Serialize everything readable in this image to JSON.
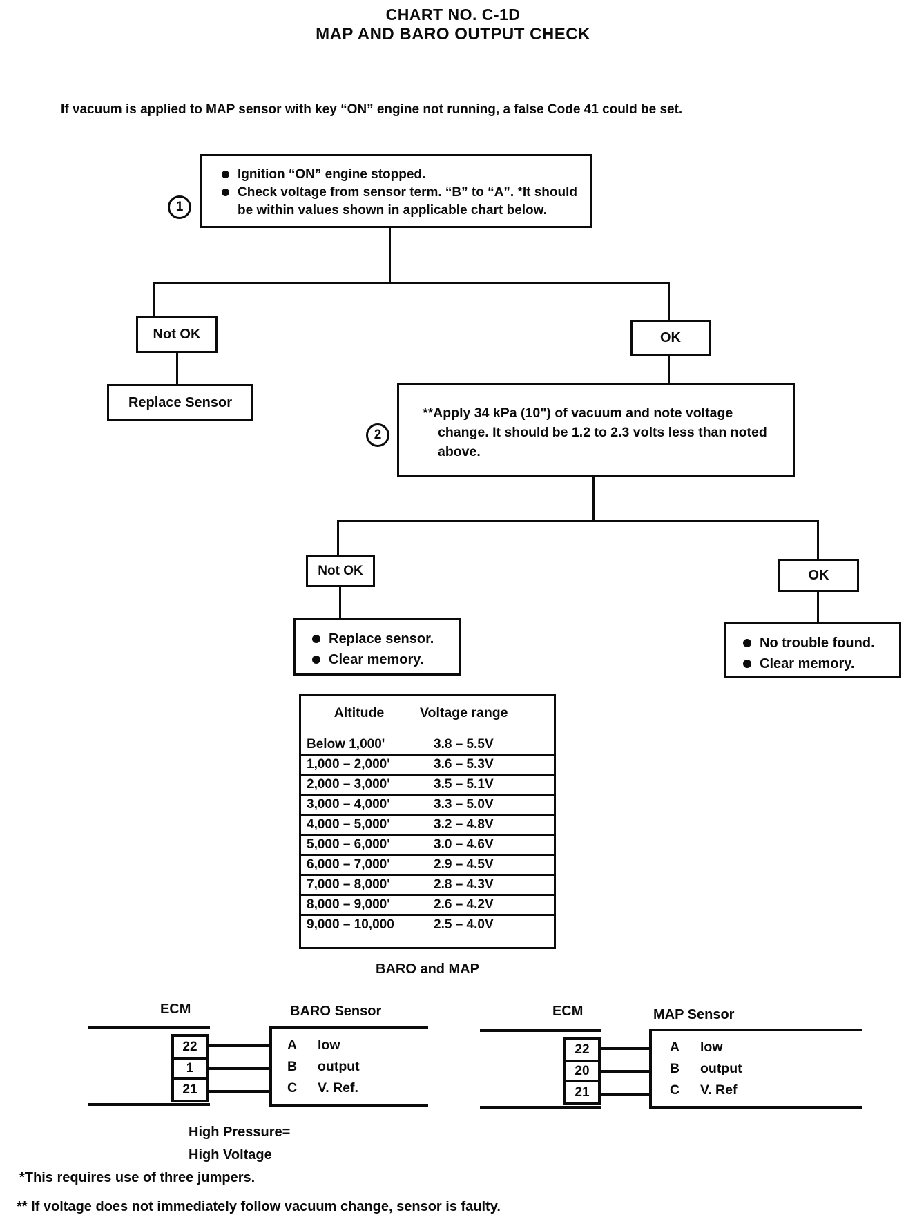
{
  "page": {
    "title_line1": "CHART NO. C-1D",
    "title_line2": "MAP AND BARO OUTPUT CHECK",
    "intro": "If vacuum is applied to MAP sensor with key “ON” engine not running, a false Code 41 could be set."
  },
  "colors": {
    "ink": "#0b0b0b",
    "paper": "#ffffff"
  },
  "icons": {
    "step_badge": "circled-number",
    "bullet": "filled-dot"
  },
  "flowchart": {
    "step1": {
      "number": "1",
      "bullet1": "Ignition “ON” engine stopped.",
      "bullet2": "Check voltage from sensor term. “B” to “A”. *It should be within values shown in applicable chart below."
    },
    "branch1_not_ok": "Not OK",
    "branch1_ok": "OK",
    "replace_sensor": "Replace Sensor",
    "step2": {
      "number": "2",
      "text": "**Apply 34 kPa (10\") of vacuum and note voltage change. It should be 1.2 to 2.3 volts less than noted above."
    },
    "branch2_not_ok": "Not OK",
    "branch2_ok": "OK",
    "result_fail_bullet1": "Replace sensor.",
    "result_fail_bullet2": "Clear memory.",
    "result_pass_bullet1": "No trouble found.",
    "result_pass_bullet2": "Clear memory."
  },
  "altitude_table": {
    "caption": "BARO and MAP",
    "col1": "Altitude",
    "col2": "Voltage range",
    "rows": [
      {
        "altitude": "Below 1,000'",
        "voltage": "3.8 – 5.5V"
      },
      {
        "altitude": "1,000 – 2,000'",
        "voltage": "3.6 – 5.3V"
      },
      {
        "altitude": "2,000 – 3,000'",
        "voltage": "3.5 – 5.1V"
      },
      {
        "altitude": "3,000 – 4,000'",
        "voltage": "3.3 – 5.0V"
      },
      {
        "altitude": "4,000 – 5,000'",
        "voltage": "3.2 – 4.8V"
      },
      {
        "altitude": "5,000 – 6,000'",
        "voltage": "3.0 – 4.6V"
      },
      {
        "altitude": "6,000 – 7,000'",
        "voltage": "2.9 – 4.5V"
      },
      {
        "altitude": "7,000 – 8,000'",
        "voltage": "2.8 – 4.3V"
      },
      {
        "altitude": "8,000 – 9,000'",
        "voltage": "2.6 – 4.2V"
      },
      {
        "altitude": "9,000 – 10,000",
        "voltage": "2.5 – 4.0V"
      }
    ]
  },
  "baro_diagram": {
    "ecm_label": "ECM",
    "sensor_label": "BARO Sensor",
    "pin1": "22",
    "pin2": "1",
    "pin3": "21",
    "rowA_pin": "A",
    "rowA_label": "low",
    "rowB_pin": "B",
    "rowB_label": "output",
    "rowC_pin": "C",
    "rowC_label": "V. Ref.",
    "note_line1": "High Pressure=",
    "note_line2": "High Voltage"
  },
  "map_diagram": {
    "ecm_label": "ECM",
    "sensor_label": "MAP Sensor",
    "pin1": "22",
    "pin2": "20",
    "pin3": "21",
    "rowA_pin": "A",
    "rowA_label": "low",
    "rowB_pin": "B",
    "rowB_label": "output",
    "rowC_pin": "C",
    "rowC_label": "V. Ref"
  },
  "footnotes": {
    "note1": "*This requires use of three jumpers.",
    "note2": "** If voltage does not immediately follow vacuum change, sensor is faulty."
  }
}
